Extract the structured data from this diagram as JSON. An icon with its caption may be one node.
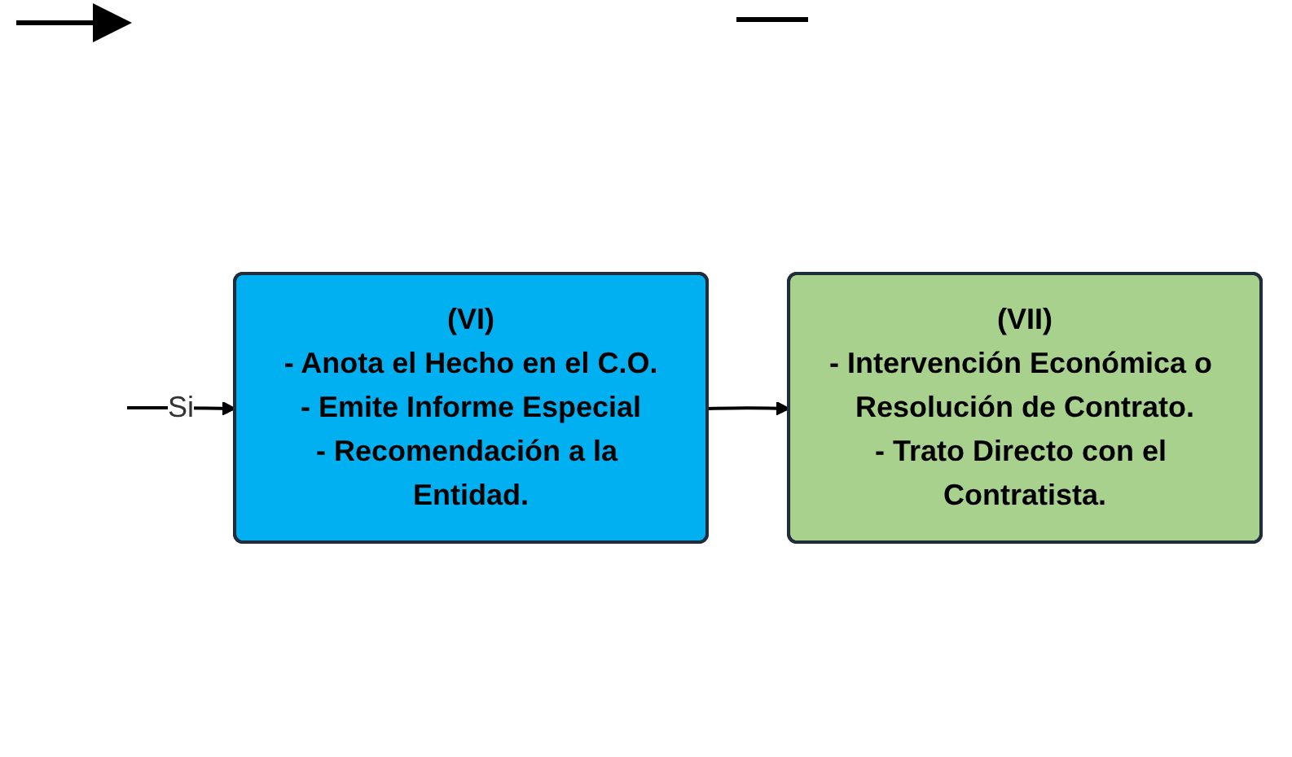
{
  "diagram": {
    "nodes": [
      {
        "text": [
          "(VI)",
          "- Anota el Hecho en el C.O.",
          "- Emite Informe Especial",
          "- Recomendación a la Entidad."
        ]
      },
      {
        "text": [
          "(VII)",
          "- Intervención Económica o Resolución de Contrato.",
          "- Trato Directo con el Contratista."
        ]
      }
    ],
    "edges": [
      {
        "from": null,
        "to": 0,
        "arrow": "to",
        "label": "Si"
      },
      {
        "from": 0,
        "to": 1,
        "arrow": "to"
      }
    ]
  }
}
